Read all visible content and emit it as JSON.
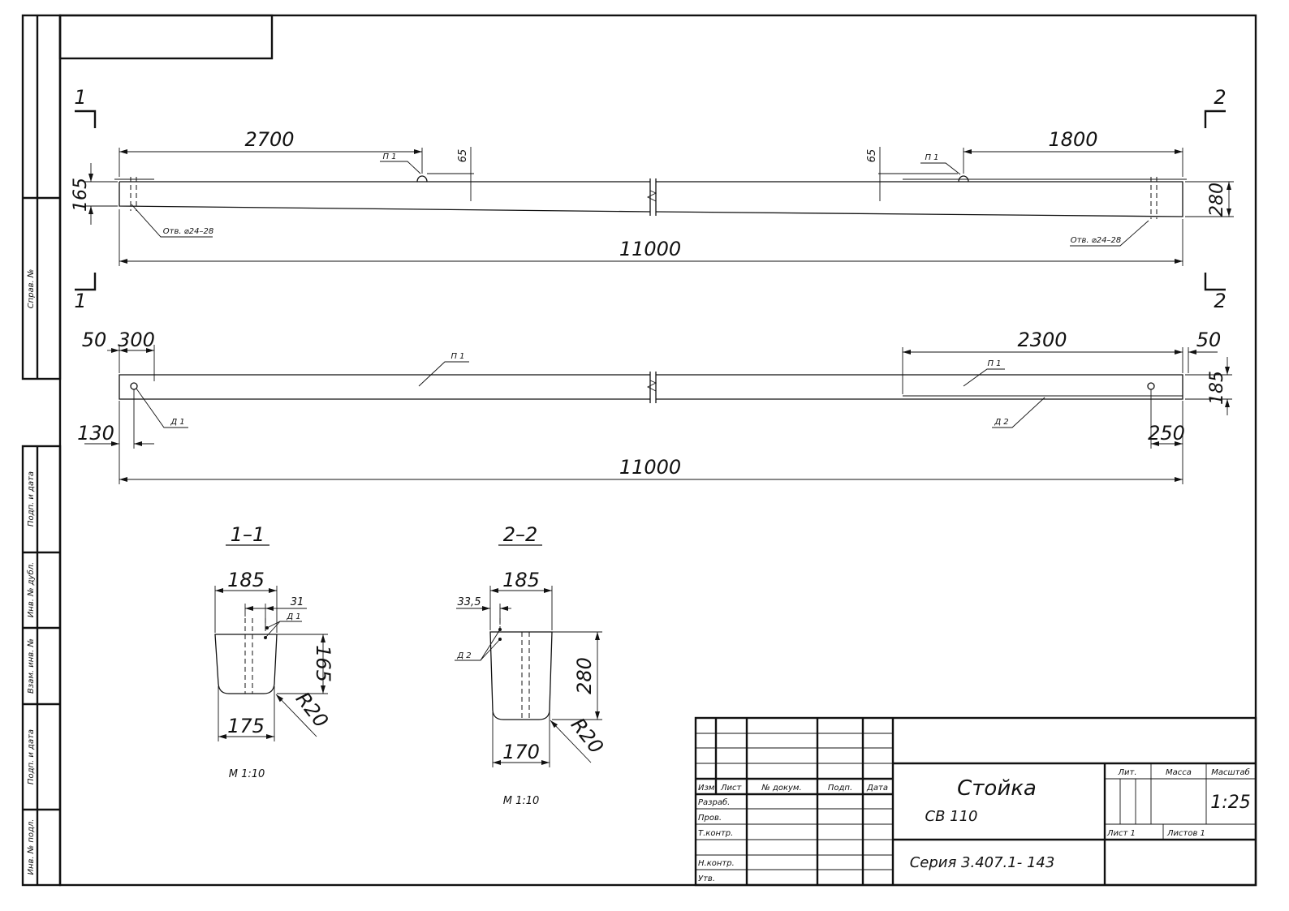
{
  "elevation": {
    "dims": {
      "d2700": "2700",
      "d1800": "1800",
      "d65": "65",
      "d165": "165",
      "d280": "280",
      "d11000": "11000"
    },
    "leaders": {
      "p1": "П 1",
      "hole": "Отв. ⌀24–28"
    }
  },
  "plan": {
    "dims": {
      "d50": "50",
      "d300": "300",
      "d2300": "2300",
      "d185": "185",
      "d130": "130",
      "d250": "250",
      "d11000": "11000"
    },
    "leaders": {
      "p1": "П 1",
      "d1": "Д 1",
      "d2": "Д 2"
    }
  },
  "section_marks": {
    "one": "1",
    "two": "2"
  },
  "sec1": {
    "title": "1–1",
    "d185": "185",
    "d31": "31",
    "d165": "165",
    "d175": "175",
    "r20": "R20",
    "d1": "Д 1",
    "scale": "М 1:10"
  },
  "sec2": {
    "title": "2–2",
    "d185": "185",
    "d335": "33,5",
    "d280": "280",
    "d170": "170",
    "r20": "R20",
    "d2": "Д 2",
    "scale": "М 1:10"
  },
  "side_stamp": {
    "sprav": "Справ. №",
    "podp_data_1": "Подп. и дата",
    "inv_dubl": "Инв. № дубл.",
    "vzam_inv": "Взам. инв. №",
    "podp_data_2": "Подп. и дата",
    "inv_podl": "Инв. № подл."
  },
  "title_block": {
    "headers": {
      "izm": "Изм.",
      "list": "Лист",
      "dokum": "№ докум.",
      "podp": "Подп.",
      "data": "Дата"
    },
    "roles": {
      "razrab": "Разраб.",
      "prov": "Пров.",
      "tkontr": "Т.контр.",
      "nkontr": "Н.контр.",
      "utv": "Утв."
    },
    "name": "Стойка",
    "code": "СВ 110",
    "series": "Серия 3.407.1- 143",
    "lit_label": "Лит.",
    "massa_label": "Масса",
    "masshtab_label": "Масштаб",
    "scale": "1:25",
    "sheet": "Лист 1",
    "sheets": "Листов 1"
  }
}
